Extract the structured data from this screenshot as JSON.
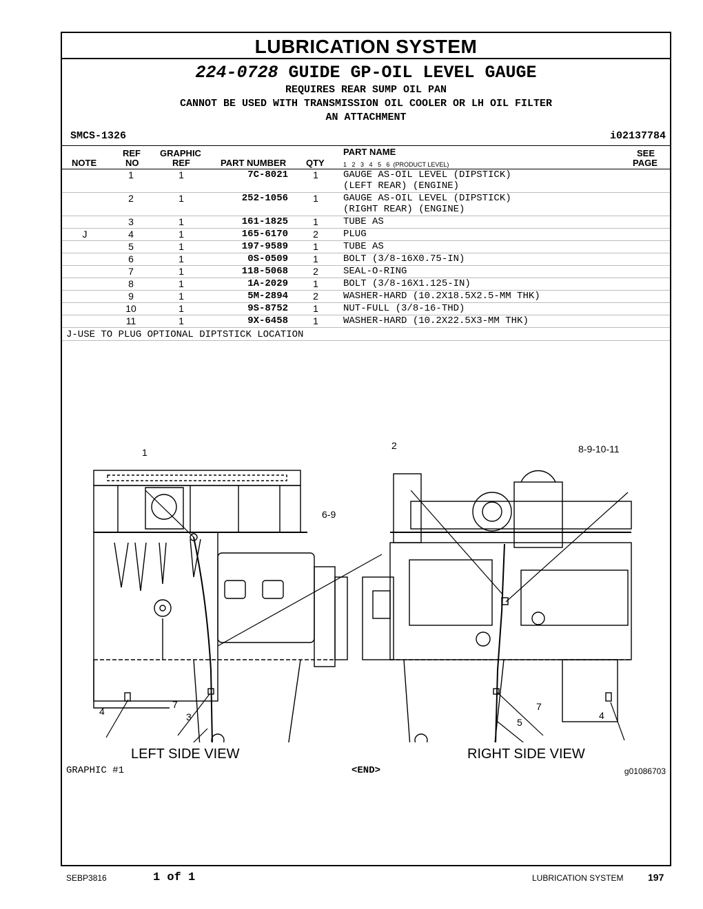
{
  "system_title": "LUBRICATION SYSTEM",
  "group": {
    "part_number": "224-0728",
    "name": "GUIDE GP-OIL LEVEL GAUGE",
    "requirements": [
      "REQUIRES REAR SUMP OIL PAN",
      "CANNOT BE USED WITH TRANSMISSION OIL COOLER OR LH OIL FILTER",
      "AN ATTACHMENT"
    ],
    "smcs": "SMCS-1326",
    "info_number": "i02137784"
  },
  "table": {
    "headers": {
      "note": "NOTE",
      "ref_no_top": "REF",
      "ref_no_bottom": "NO",
      "graphic_ref_top": "GRAPHIC",
      "graphic_ref_bottom": "REF",
      "part_number": "PART NUMBER",
      "qty": "QTY",
      "part_name": "PART NAME",
      "product_level": "1   2   3   4   5   6  (PRODUCT LEVEL)",
      "see_page_top": "SEE",
      "see_page_bottom": "PAGE"
    },
    "rows": [
      {
        "note": "",
        "ref": "1",
        "graphic": "1",
        "part_number": "7C-8021",
        "qty": "1",
        "name": "GAUGE AS-OIL LEVEL (DIPSTICK)\n(LEFT REAR) (ENGINE)"
      },
      {
        "note": "",
        "ref": "2",
        "graphic": "1",
        "part_number": "252-1056",
        "qty": "1",
        "name": "GAUGE AS-OIL LEVEL (DIPSTICK)\n(RIGHT REAR) (ENGINE)"
      },
      {
        "note": "",
        "ref": "3",
        "graphic": "1",
        "part_number": "161-1825",
        "qty": "1",
        "name": "TUBE AS"
      },
      {
        "note": "J",
        "ref": "4",
        "graphic": "1",
        "part_number": "165-6170",
        "qty": "2",
        "name": "PLUG"
      },
      {
        "note": "",
        "ref": "5",
        "graphic": "1",
        "part_number": "197-9589",
        "qty": "1",
        "name": "TUBE AS"
      },
      {
        "note": "",
        "ref": "6",
        "graphic": "1",
        "part_number": "0S-0509",
        "qty": "1",
        "name": "BOLT (3/8-16X0.75-IN)"
      },
      {
        "note": "",
        "ref": "7",
        "graphic": "1",
        "part_number": "118-5068",
        "qty": "2",
        "name": "SEAL-O-RING"
      },
      {
        "note": "",
        "ref": "8",
        "graphic": "1",
        "part_number": "1A-2029",
        "qty": "1",
        "name": "BOLT (3/8-16X1.125-IN)"
      },
      {
        "note": "",
        "ref": "9",
        "graphic": "1",
        "part_number": "5M-2894",
        "qty": "2",
        "name": "WASHER-HARD (10.2X18.5X2.5-MM THK)"
      },
      {
        "note": "",
        "ref": "10",
        "graphic": "1",
        "part_number": "9S-8752",
        "qty": "1",
        "name": "NUT-FULL (3/8-16-THD)"
      },
      {
        "note": "",
        "ref": "11",
        "graphic": "1",
        "part_number": "9X-6458",
        "qty": "1",
        "name": "WASHER-HARD (10.2X22.5X3-MM THK)"
      }
    ],
    "footnote": "J-USE TO PLUG OPTIONAL DIPTSTICK LOCATION"
  },
  "illustration": {
    "left_caption": "LEFT SIDE VIEW",
    "right_caption": "RIGHT SIDE VIEW",
    "callouts_left": [
      "1",
      "6-9",
      "4",
      "7",
      "3"
    ],
    "callouts_right": [
      "2",
      "8-9-10-11",
      "7",
      "5",
      "4"
    ],
    "graphic_label": "GRAPHIC #1",
    "end_label": "<END>",
    "graphic_id": "g01086703"
  },
  "footer": {
    "doc_id": "SEBP3816",
    "page_of": "1 of 1",
    "section": "LUBRICATION SYSTEM",
    "page_number": "197"
  }
}
